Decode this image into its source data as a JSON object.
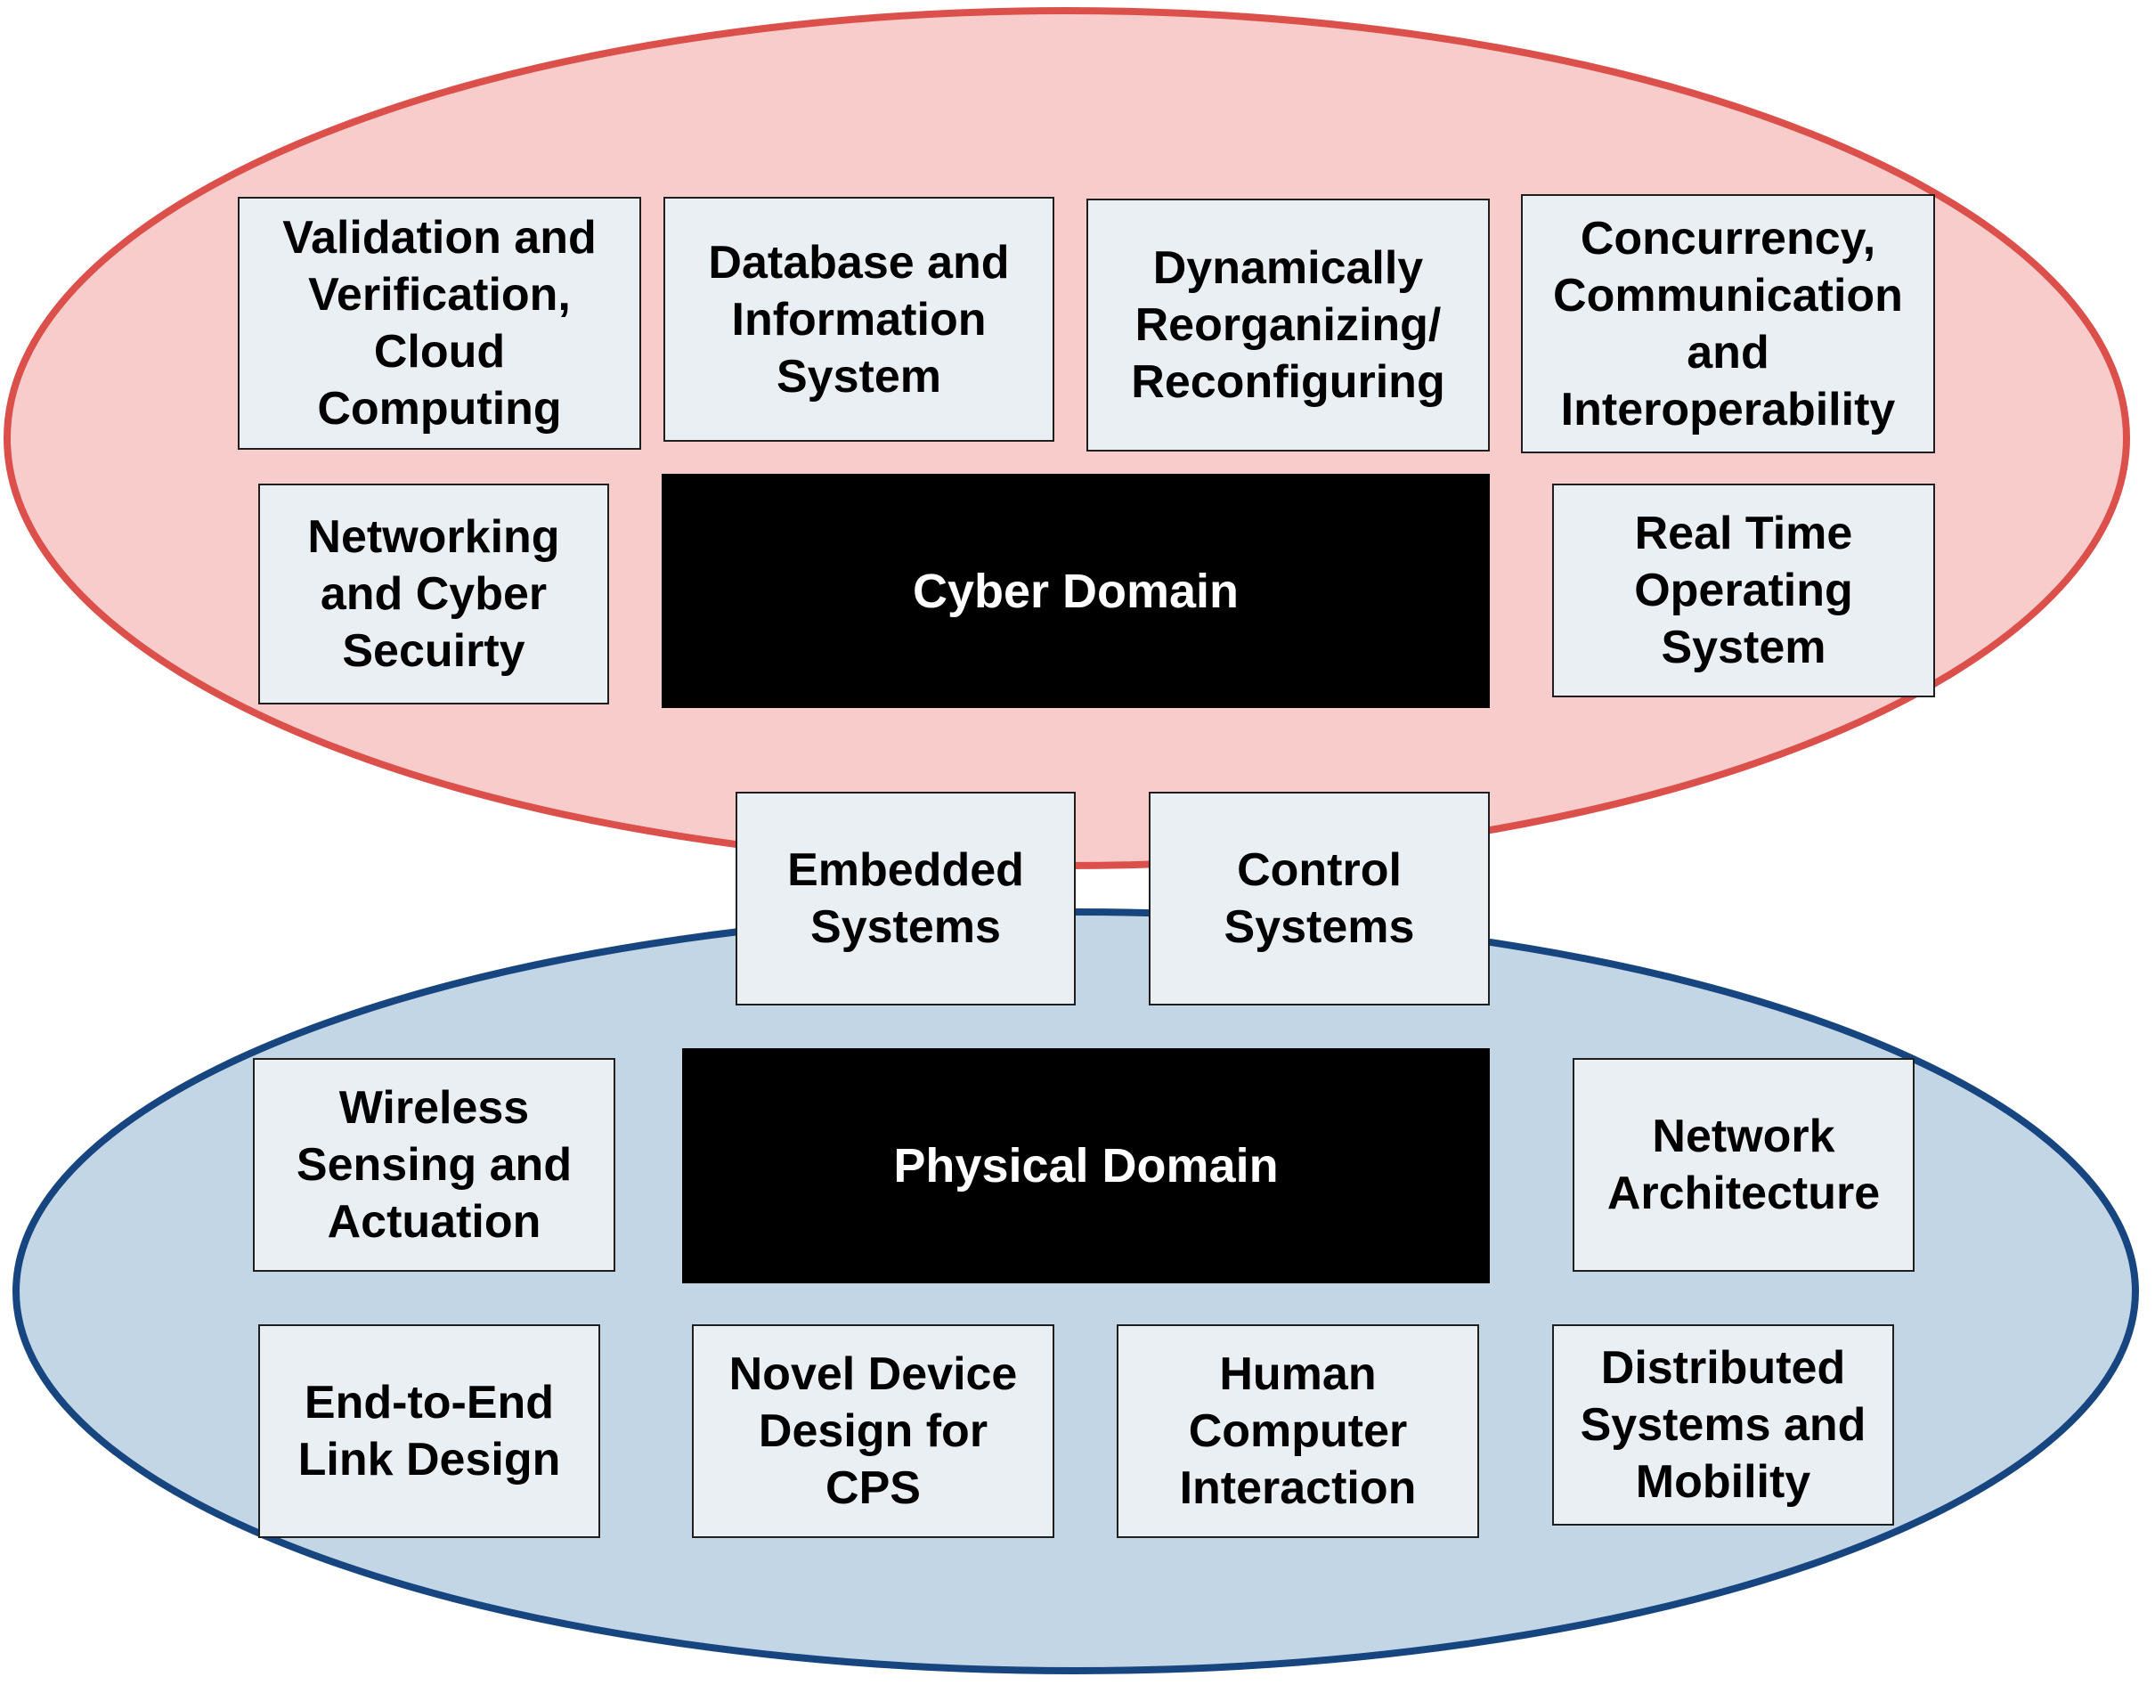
{
  "colors": {
    "cyber_fill": "#f9cccc",
    "cyber_stroke": "#dc504b",
    "physical_fill": "#c3d6e6",
    "physical_stroke": "#17457f",
    "box_fill": "#eaeff4",
    "domain_fill": "#000000",
    "domain_text": "#ffffff"
  },
  "cyber": {
    "title": "Cyber Domain",
    "topics": [
      "Validation and\nVerification,\nCloud\nComputing",
      "Database and\nInformation\nSystem",
      "Dynamically\nReorganizing/\nReconfiguring",
      "Concurrency,\nCommunication\nand\nInteroperability",
      "Networking\nand Cyber\nSecuirty",
      "Real Time\nOperating\nSystem"
    ]
  },
  "bridge": {
    "topics": [
      "Embedded\nSystems",
      "Control\nSystems"
    ]
  },
  "physical": {
    "title": "Physical Domain",
    "topics": [
      "Wireless\nSensing and\nActuation",
      "Network\nArchitecture",
      "End-to-End\nLink Design",
      "Novel Device\nDesign for\nCPS",
      "Human\nComputer\nInteraction",
      "Distributed\nSystems and\nMobility"
    ]
  }
}
